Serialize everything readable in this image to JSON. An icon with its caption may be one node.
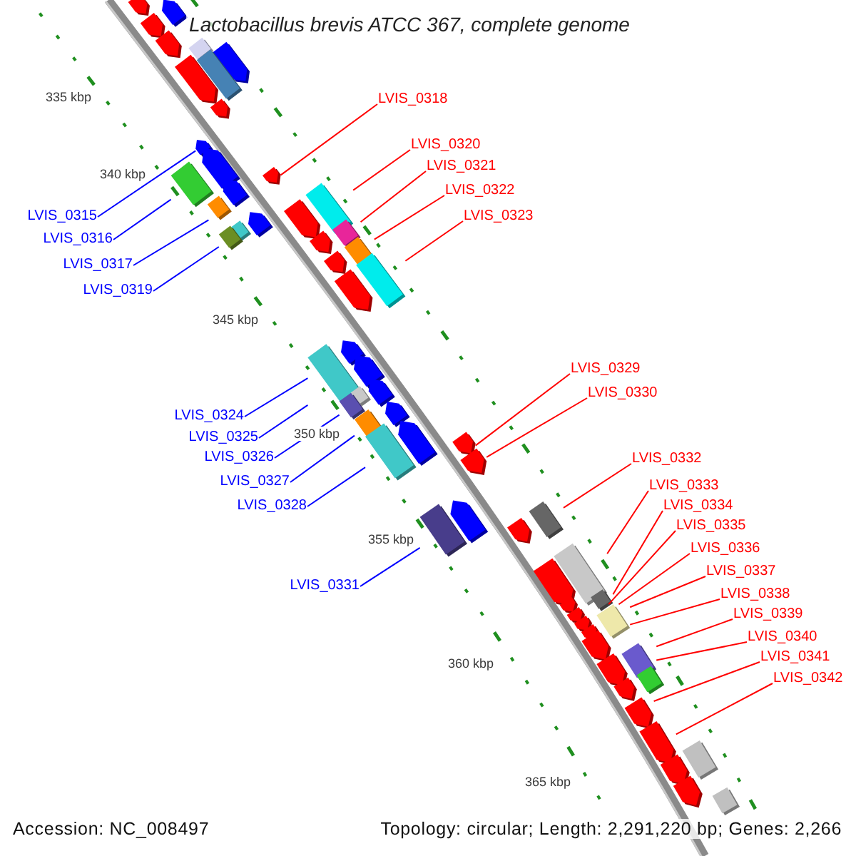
{
  "diagram": {
    "title": "Lactobacillus brevis ATCC 367, complete genome",
    "nodes": [
      {
        "text": [
          "LVIS_0315"
        ]
      },
      {
        "text": [
          "LVIS_0316"
        ]
      },
      {
        "text": [
          "LVIS_0317"
        ]
      },
      {
        "text": [
          "LVIS_0318"
        ]
      },
      {
        "text": [
          "LVIS_0319"
        ]
      },
      {
        "text": [
          "LVIS_0320"
        ]
      },
      {
        "text": [
          "LVIS_0321"
        ]
      },
      {
        "text": [
          "LVIS_0322"
        ]
      },
      {
        "text": [
          "LVIS_0323"
        ]
      },
      {
        "text": [
          "LVIS_0324"
        ]
      },
      {
        "text": [
          "LVIS_0325"
        ]
      },
      {
        "text": [
          "LVIS_0326"
        ]
      },
      {
        "text": [
          "LVIS_0327"
        ]
      },
      {
        "text": [
          "LVIS_0328"
        ]
      },
      {
        "text": [
          "LVIS_0329"
        ]
      },
      {
        "text": [
          "LVIS_0330"
        ]
      },
      {
        "text": [
          "LVIS_0331"
        ]
      },
      {
        "text": [
          "LVIS_0332"
        ]
      },
      {
        "text": [
          "LVIS_0333"
        ]
      },
      {
        "text": [
          "LVIS_0334"
        ]
      },
      {
        "text": [
          "LVIS_0335"
        ]
      },
      {
        "text": [
          "LVIS_0336"
        ]
      },
      {
        "text": [
          "LVIS_0337"
        ]
      },
      {
        "text": [
          "LVIS_0338"
        ]
      },
      {
        "text": [
          "LVIS_0339"
        ]
      },
      {
        "text": [
          "LVIS_0340"
        ]
      },
      {
        "text": [
          "LVIS_0341"
        ]
      },
      {
        "text": [
          "LVIS_0342"
        ]
      },
      {
        "text": [],
        "shape": "pentagon"
      },
      {
        "text": [],
        "shape": "pentagon"
      },
      {
        "text": [],
        "shape": "pentagon"
      },
      {
        "text": [],
        "shape": "pentagon"
      },
      {
        "text": [],
        "shape": "box"
      },
      {
        "text": [],
        "shape": "pentagon"
      },
      {
        "text": [],
        "shape": "box"
      },
      {
        "text": [],
        "shape": "pentagon"
      },
      {
        "text": [],
        "shape": "pentagon"
      },
      {
        "text": [],
        "shape": "pentagon"
      },
      {
        "text": [],
        "shape": "pentagon"
      },
      {
        "text": [],
        "shape": "pentagon"
      },
      {
        "text": [],
        "shape": "box"
      },
      {
        "text": [],
        "shape": "pentagon"
      },
      {
        "text": [],
        "shape": "box"
      },
      {
        "text": [],
        "shape": "box"
      },
      {
        "text": [],
        "shape": "pentagon"
      },
      {
        "text": [],
        "shape": "pentagon"
      },
      {
        "text": [],
        "shape": "box"
      },
      {
        "text": [],
        "shape": "box"
      },
      {
        "text": [],
        "shape": "box"
      },
      {
        "text": [],
        "shape": "pentagon"
      },
      {
        "text": [],
        "shape": "box"
      },
      {
        "text": [],
        "shape": "pentagon"
      },
      {
        "text": [],
        "shape": "box"
      },
      {
        "text": [],
        "shape": "pentagon"
      },
      {
        "text": [],
        "shape": "pentagon"
      },
      {
        "text": [],
        "shape": "pentagon"
      },
      {
        "text": [],
        "shape": "box"
      },
      {
        "text": [],
        "shape": "pentagon"
      },
      {
        "text": [],
        "shape": "box"
      },
      {
        "text": [],
        "shape": "box"
      },
      {
        "text": [],
        "shape": "pentagon"
      },
      {
        "text": [],
        "shape": "box"
      },
      {
        "text": [],
        "shape": "pentagon"
      },
      {
        "text": [],
        "shape": "pentagon"
      },
      {
        "text": [],
        "shape": "box"
      },
      {
        "text": [],
        "shape": "pentagon"
      },
      {
        "text": [],
        "shape": "pentagon"
      },
      {
        "text": [],
        "shape": "box"
      },
      {
        "text": [],
        "shape": "box"
      },
      {
        "text": [],
        "shape": "pentagon"
      },
      {
        "text": [],
        "shape": "box"
      },
      {
        "text": [],
        "shape": "pentagon"
      },
      {
        "text": [],
        "shape": "box"
      },
      {
        "text": [],
        "shape": "pentagon"
      },
      {
        "text": [],
        "shape": "pentagon"
      },
      {
        "text": [],
        "shape": "box"
      },
      {
        "text": [],
        "shape": "pentagon"
      },
      {
        "text": [],
        "shape": "pentagon"
      },
      {
        "text": [],
        "shape": "pentagon"
      },
      {
        "text": [],
        "shape": "box"
      },
      {
        "text": [],
        "shape": "pentagon"
      },
      {
        "text": [],
        "shape": "box"
      },
      {
        "text": [],
        "shape": "pentagon"
      },
      {
        "text": [],
        "shape": "pentagon"
      },
      {
        "text": [],
        "shape": "pentagon"
      },
      {
        "text": [],
        "shape": "box"
      },
      {
        "text": [],
        "shape": "pentagon"
      },
      {
        "text": [],
        "shape": "pentagon"
      },
      {
        "text": [],
        "shape": "box"
      }
    ],
    "edges": [
      {
        "from": 0,
        "to": 37,
        "arrow": "none",
        "color": "#0000ff"
      },
      {
        "from": 1,
        "to": 40,
        "arrow": "none",
        "color": "#0000ff"
      },
      {
        "from": 2,
        "to": 42,
        "arrow": "none",
        "color": "#0000ff"
      },
      {
        "from": 3,
        "to": 39,
        "arrow": "none"
      },
      {
        "from": 4,
        "to": 48,
        "arrow": "none",
        "color": "#0000ff"
      },
      {
        "from": 5,
        "to": 43,
        "arrow": "none"
      },
      {
        "from": 6,
        "to": 47,
        "arrow": "none"
      },
      {
        "from": 7,
        "to": 50,
        "arrow": "none"
      },
      {
        "from": 8,
        "to": 52,
        "arrow": "none"
      },
      {
        "from": 9,
        "to": 56,
        "arrow": "none",
        "color": "#0000ff"
      },
      {
        "from": 10,
        "to": 56,
        "arrow": "none",
        "color": "#0000ff"
      },
      {
        "from": 11,
        "to": 59,
        "arrow": "none",
        "color": "#0000ff"
      },
      {
        "from": 12,
        "to": 61,
        "arrow": "none",
        "color": "#0000ff"
      },
      {
        "from": 13,
        "to": 64,
        "arrow": "none",
        "color": "#0000ff"
      },
      {
        "from": 14,
        "to": 63,
        "arrow": "none"
      },
      {
        "from": 15,
        "to": 65,
        "arrow": "none"
      },
      {
        "from": 16,
        "to": 68,
        "arrow": "none",
        "color": "#0000ff"
      },
      {
        "from": 17,
        "to": 67,
        "arrow": "none"
      },
      {
        "from": 18,
        "to": 70,
        "arrow": "none"
      },
      {
        "from": 19,
        "to": 72,
        "arrow": "none"
      },
      {
        "from": 20,
        "to": 75,
        "arrow": "none"
      },
      {
        "from": 21,
        "to": 75,
        "arrow": "none"
      },
      {
        "from": 22,
        "to": 75,
        "arrow": "none"
      },
      {
        "from": 23,
        "to": 75,
        "arrow": "none"
      },
      {
        "from": 24,
        "to": 79,
        "arrow": "none"
      },
      {
        "from": 25,
        "to": 79,
        "arrow": "none"
      },
      {
        "from": 26,
        "to": 83,
        "arrow": "none"
      },
      {
        "from": 27,
        "to": 84,
        "arrow": "none"
      }
    ],
    "labels": [
      "335 kbp",
      "340 kbp",
      "345 kbp",
      "350 kbp",
      "355 kbp",
      "360 kbp",
      "365 kbp",
      "Accession: NC_008497",
      "Topology: circular; Length: 2,291,220 bp; Genes: 2,266"
    ]
  }
}
